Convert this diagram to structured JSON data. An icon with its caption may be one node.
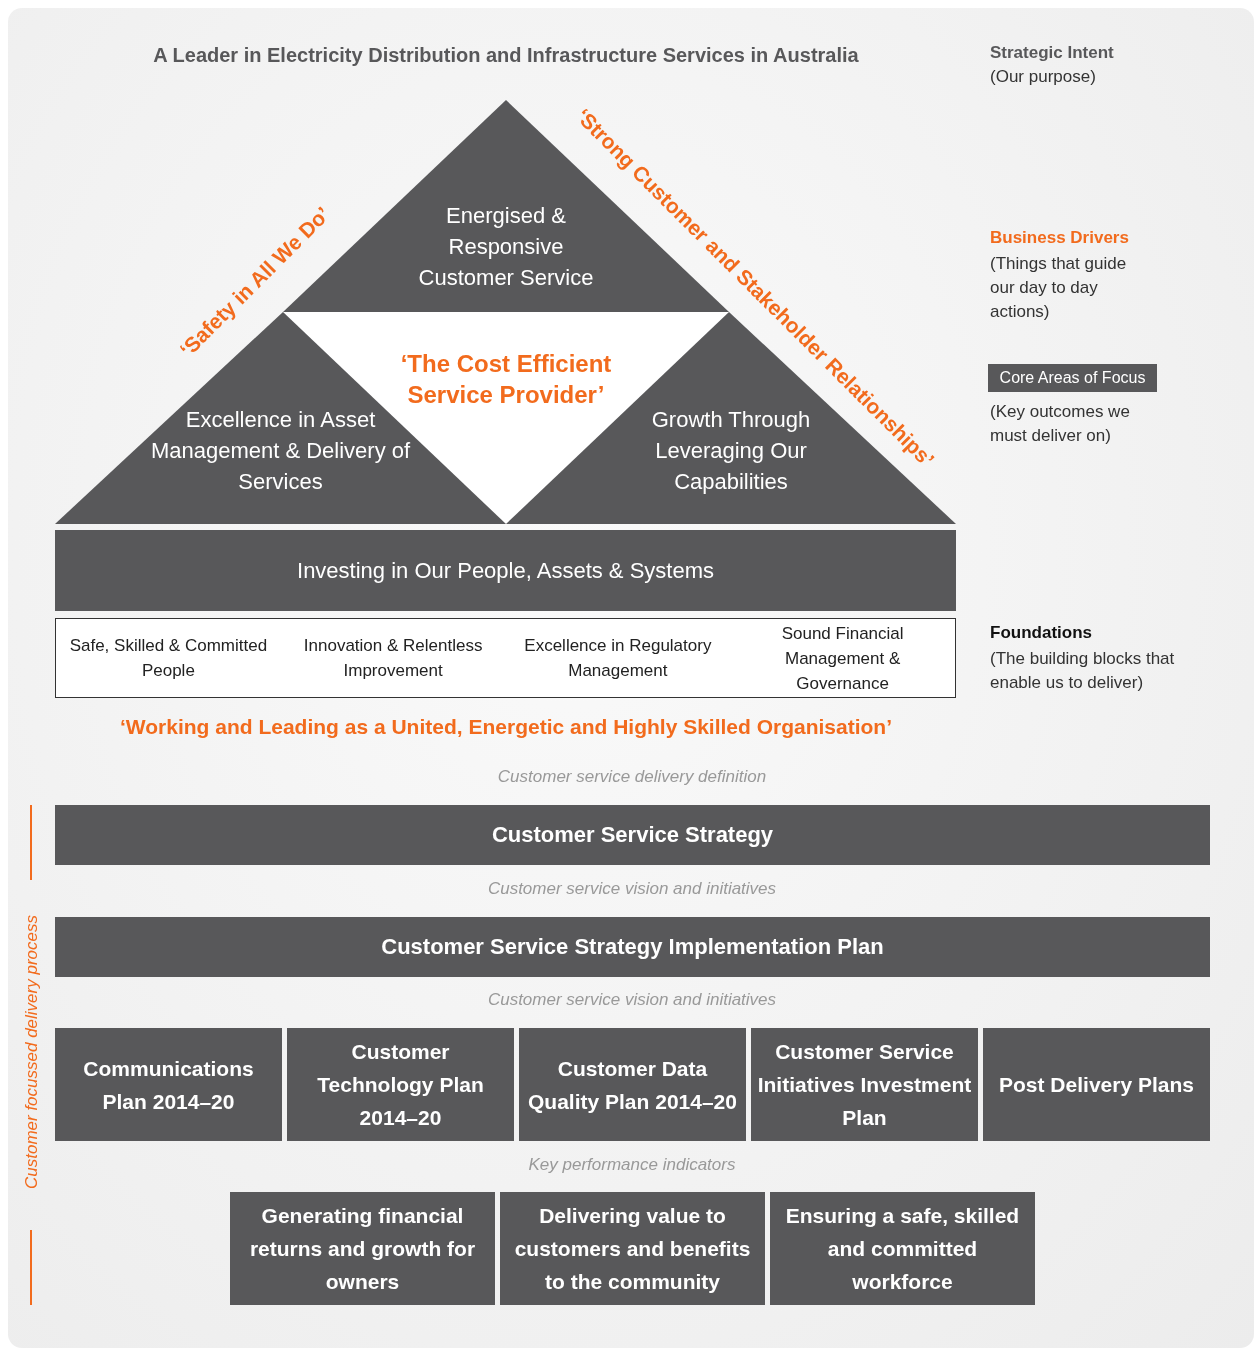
{
  "diagram": {
    "title": "A Leader in Electricity Distribution and Infrastructure Services in Australia",
    "nodes": [
      {
        "text": [
          "Energised & Responsive Customer Service"
        ]
      },
      {
        "text": [
          "‘The Cost Efficient Service Provider’"
        ]
      },
      {
        "text": [
          "Excellence in Asset Management & Delivery of Services"
        ]
      },
      {
        "text": [
          "Growth Through Leveraging Our Capabilities"
        ]
      },
      {
        "text": [
          "Investing in Our People, Assets & Systems"
        ]
      },
      {
        "text": [
          "Safe, Skilled & Committed People",
          "Innovation & Relentless Improvement",
          "Excellence in Regulatory Management",
          "Sound Financial Management & Governance"
        ]
      },
      {
        "text": [
          "Core Areas of Focus"
        ]
      },
      {
        "text": [
          "Customer Service Strategy"
        ]
      },
      {
        "text": [
          "Customer Service Strategy Implementation Plan"
        ]
      },
      {
        "text": [
          "Communications Plan 2014–20"
        ]
      },
      {
        "text": [
          "Customer Technology Plan 2014–20"
        ]
      },
      {
        "text": [
          "Customer Data Quality Plan 2014–20"
        ]
      },
      {
        "text": [
          "Customer Service Initiatives Investment Plan"
        ]
      },
      {
        "text": [
          "Post Delivery Plans"
        ]
      },
      {
        "text": [
          "Generating financial returns and growth for owners"
        ]
      },
      {
        "text": [
          "Delivering value to customers and benefits to the community"
        ]
      },
      {
        "text": [
          "Ensuring a safe, skilled and committed workforce"
        ]
      }
    ],
    "labels": [
      "Strategic Intent",
      "(Our purpose)",
      "‘Safety in All We Do’",
      "‘Strong Customer and Stakeholder Relationships’",
      "Business Drivers",
      "(Things that guide our day to day actions)",
      "(Key outcomes we must deliver on)",
      "Foundations",
      "(The building blocks that enable us to deliver)",
      "‘Working and Leading as a United, Energetic and Highly Skilled Organisation’",
      "Customer service delivery definition",
      "Customer service vision and initiatives",
      "Customer service vision and initiatives",
      "Key performance indicators",
      "Customer focussed delivery process"
    ]
  }
}
